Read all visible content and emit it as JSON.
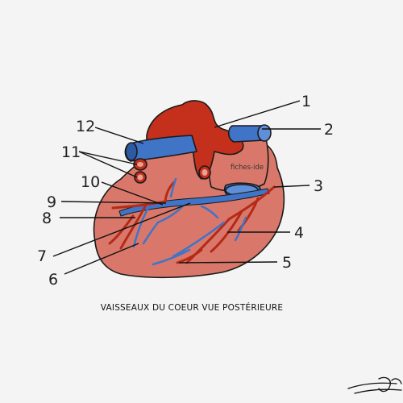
{
  "caption": "VAISSEAUX DU COEUR VUE POSTÉRIEURE",
  "watermark": "fiches-ide",
  "colors": {
    "background": "#f4f4f4",
    "heart": "#d9786a",
    "artery": "#c4301c",
    "vein": "#3f74c7",
    "outline": "#1a1a1a"
  },
  "labels": [
    {
      "id": "label-1",
      "text": "1"
    },
    {
      "id": "label-2",
      "text": "2"
    },
    {
      "id": "label-3",
      "text": "3"
    },
    {
      "id": "label-4",
      "text": "4"
    },
    {
      "id": "label-5",
      "text": "5"
    },
    {
      "id": "label-6",
      "text": "6"
    },
    {
      "id": "label-7",
      "text": "7"
    },
    {
      "id": "label-8",
      "text": "8"
    },
    {
      "id": "label-9",
      "text": "9"
    },
    {
      "id": "label-10",
      "text": "10"
    },
    {
      "id": "label-11",
      "text": "11"
    },
    {
      "id": "label-12",
      "text": "12"
    }
  ]
}
